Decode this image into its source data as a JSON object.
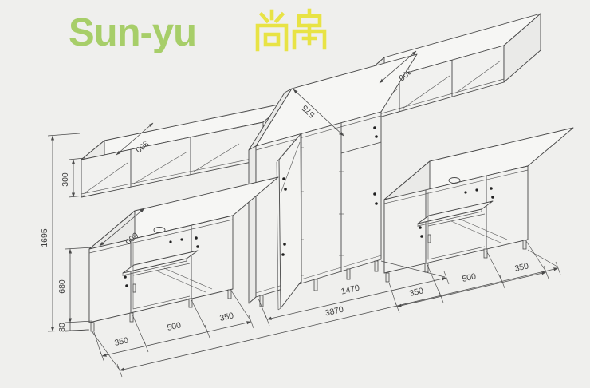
{
  "logo": {
    "latin": "Sun-yu",
    "cjk": "尚禹",
    "latin_color": "#a7ce69",
    "cjk_color": "#e8e345"
  },
  "drawing": {
    "background_color": "#efefed",
    "line_color": "#474747",
    "description_labels": {
      "type": "axonometric furniture technical drawing"
    },
    "dims": {
      "height_total": "1695",
      "desk_body_height": "680",
      "legs_height": "80",
      "shelf_left_height": "300",
      "shelf_left_depth": "300",
      "shelf_right_depth": "300",
      "desk_depth": "600",
      "wardrobe_depth": "575",
      "wardrobe_width": "1470",
      "total_width": "3870",
      "desk_left_chain": [
        "350",
        "500",
        "350"
      ],
      "desk_right_chain": [
        "350",
        "500",
        "350"
      ]
    }
  }
}
